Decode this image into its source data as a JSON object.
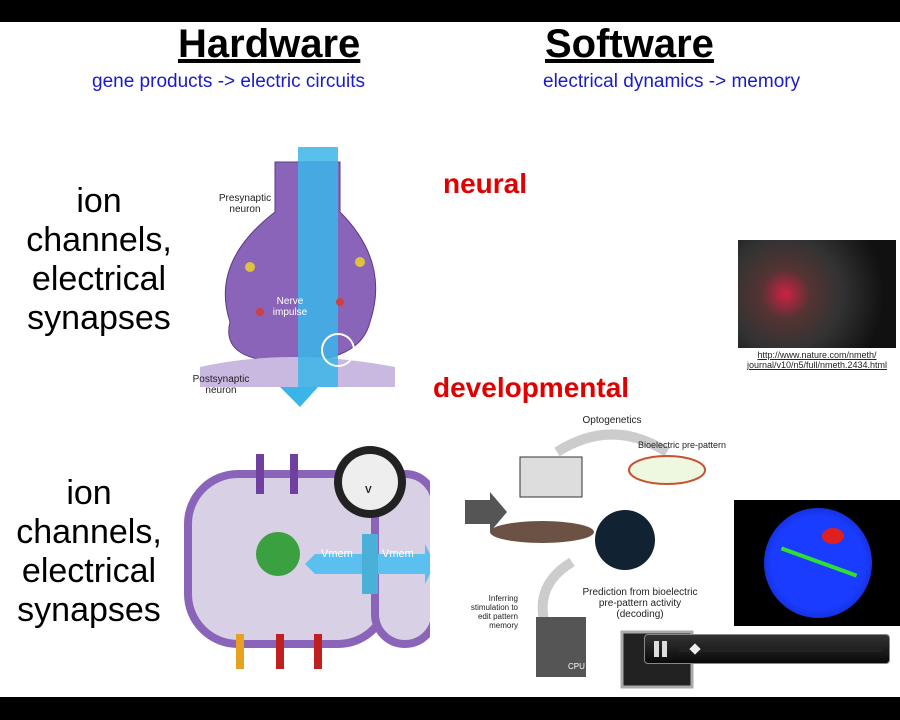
{
  "slide": {
    "hardware_title": "Hardware",
    "hardware_sub": "gene products -> electric circuits",
    "software_title": "Software",
    "software_sub": "electrical dynamics -> memory",
    "row1_label": "ion channels, electrical synapses",
    "row2_label": "ion channels, electrical synapses",
    "neural": "neural",
    "developmental": "developmental",
    "synapse": {
      "presynaptic": "Presynaptic neuron",
      "impulse": "Nerve impulse",
      "postsynaptic": "Postsynaptic neuron"
    },
    "cell": {
      "vmem1": "Vmem",
      "vmem2": "Vmem",
      "meter": "V"
    },
    "figure": {
      "optogenetics": "Optogenetics",
      "prepattern": "Bioelectric pre-pattern",
      "prediction": "Prediction from bioelectric pre-pattern activity (decoding)",
      "inferring": "Inferring stimulation to edit pattern memory",
      "cpu": "CPU"
    },
    "url_line1": "http://www.nature.com/nmeth/",
    "url_line2": "journal/v10/n5/full/nmeth.2434.html"
  },
  "player": {
    "state": "playing",
    "progress_percent": 8
  }
}
